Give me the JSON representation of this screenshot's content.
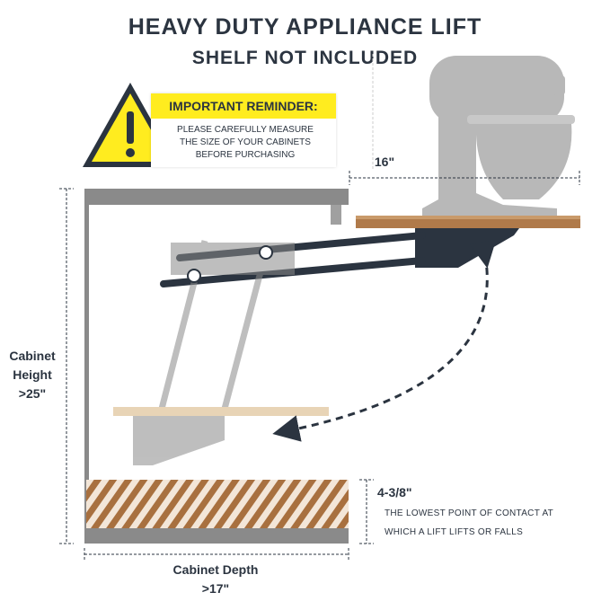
{
  "title": "HEAVY DUTY APPLIANCE LIFT",
  "subtitle": "SHELF NOT INCLUDED",
  "reminder": {
    "heading": "IMPORTANT REMINDER:",
    "line1": "PLEASE CAREFULLY MEASURE",
    "line2": "THE SIZE OF YOUR CABINETS",
    "line3": "BEFORE PURCHASING"
  },
  "dims": {
    "shelf_width": "16\"",
    "cabinet_height_1": "Cabinet",
    "cabinet_height_2": "Height",
    "cabinet_height_3": ">25\"",
    "cabinet_depth_1": "Cabinet Depth",
    "cabinet_depth_2": ">17\"",
    "clearance": "4-3/8\"",
    "clearance_note_1": "THE LOWEST POINT OF CONTACT AT",
    "clearance_note_2": "WHICH A LIFT LIFTS OR FALLS"
  },
  "colors": {
    "text": "#2b3440",
    "warning_yellow": "#ffec1f",
    "wood": "#b07a4a",
    "mixer_gray": "#b8b8b8",
    "bracket_dark": "#2b3440"
  }
}
